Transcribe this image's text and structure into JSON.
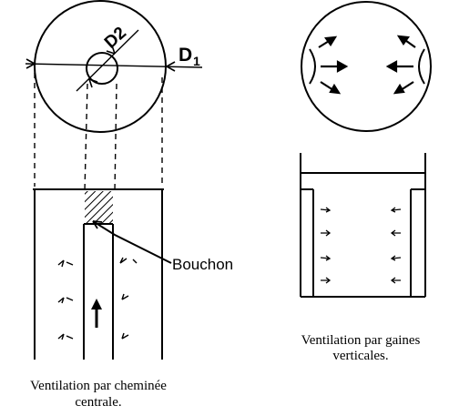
{
  "labels": {
    "d2": "D2",
    "d1": "D",
    "d1_sub": "1",
    "bouchon": "Bouchon",
    "caption_left_line1": "Ventilation par cheminée",
    "caption_left_line2": "centrale.",
    "caption_right_line1": "Ventilation par gaines",
    "caption_right_line2": "verticales."
  },
  "colors": {
    "ink": "#000000",
    "paper": "#ffffff"
  }
}
